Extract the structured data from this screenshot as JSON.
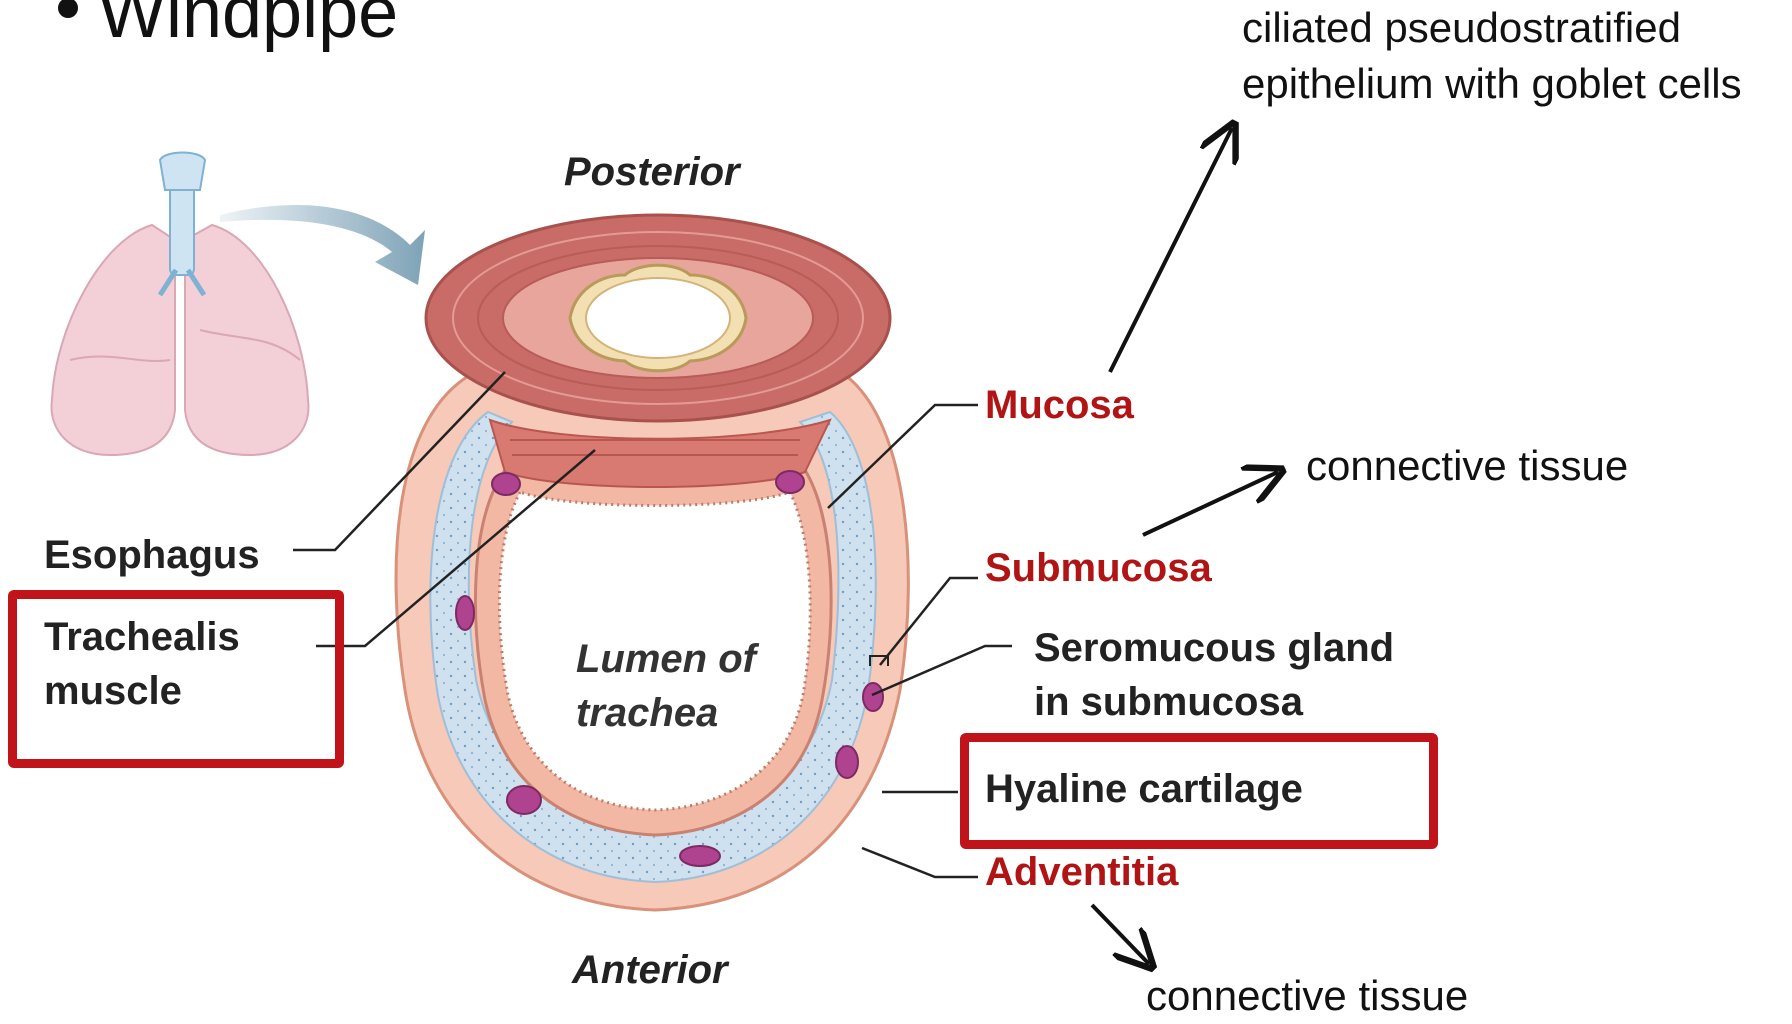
{
  "title": "Windpipe",
  "notes": {
    "mucosa_line1": "ciliated pseudostratified",
    "mucosa_line2": "epithelium with goblet cells",
    "submucosa": "connective tissue",
    "adventitia": "connective tissue"
  },
  "orientation": {
    "top": "Posterior",
    "bottom": "Anterior"
  },
  "lumen": {
    "line1": "Lumen of",
    "line2": "trachea"
  },
  "labels": {
    "esophagus": "Esophagus",
    "trachealis_line1": "Trachealis",
    "trachealis_line2": "muscle",
    "mucosa": "Mucosa",
    "submucosa": "Submucosa",
    "gland_line1": "Seromucous gland",
    "gland_line2": "in submucosa",
    "cartilage": "Hyaline cartilage",
    "adventitia": "Adventitia"
  },
  "colors": {
    "highlight_box": "#c0131a",
    "layer_label": "#b11414",
    "cartilage": "#cfe0ee",
    "mucosa": "#f3b8a4",
    "esophagus": "#c96b66",
    "gland": "#b0438f"
  }
}
